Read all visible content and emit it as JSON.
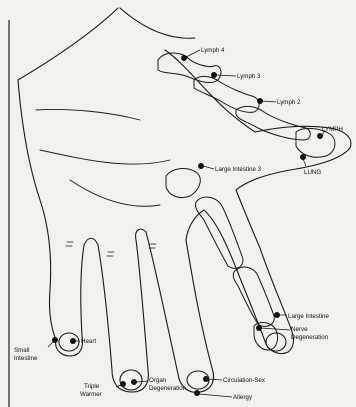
{
  "diagram": {
    "labels": {
      "lymph4": "Lymph 4",
      "lymph3": "Lymph 3",
      "lymph2": "Lymph 2",
      "lymph": "LYMPH",
      "lung": "LUNG",
      "large_intestine_3": "Large Intestine 3",
      "large_intestine": "Large Intestine",
      "nerve_degeneration_1": "Nerve",
      "nerve_degeneration_2": "Degeneration",
      "small_intestine_1": "Small",
      "small_intestine_2": "Intestine",
      "heart": "Heart",
      "triple_warmer_1": "Triple",
      "triple_warmer_2": "Warmer",
      "organ_degeneration_1": "Organ",
      "organ_degeneration_2": "Degeneration",
      "circulation_sex": "Circulation-Sex",
      "allergy": "Allergy"
    }
  }
}
